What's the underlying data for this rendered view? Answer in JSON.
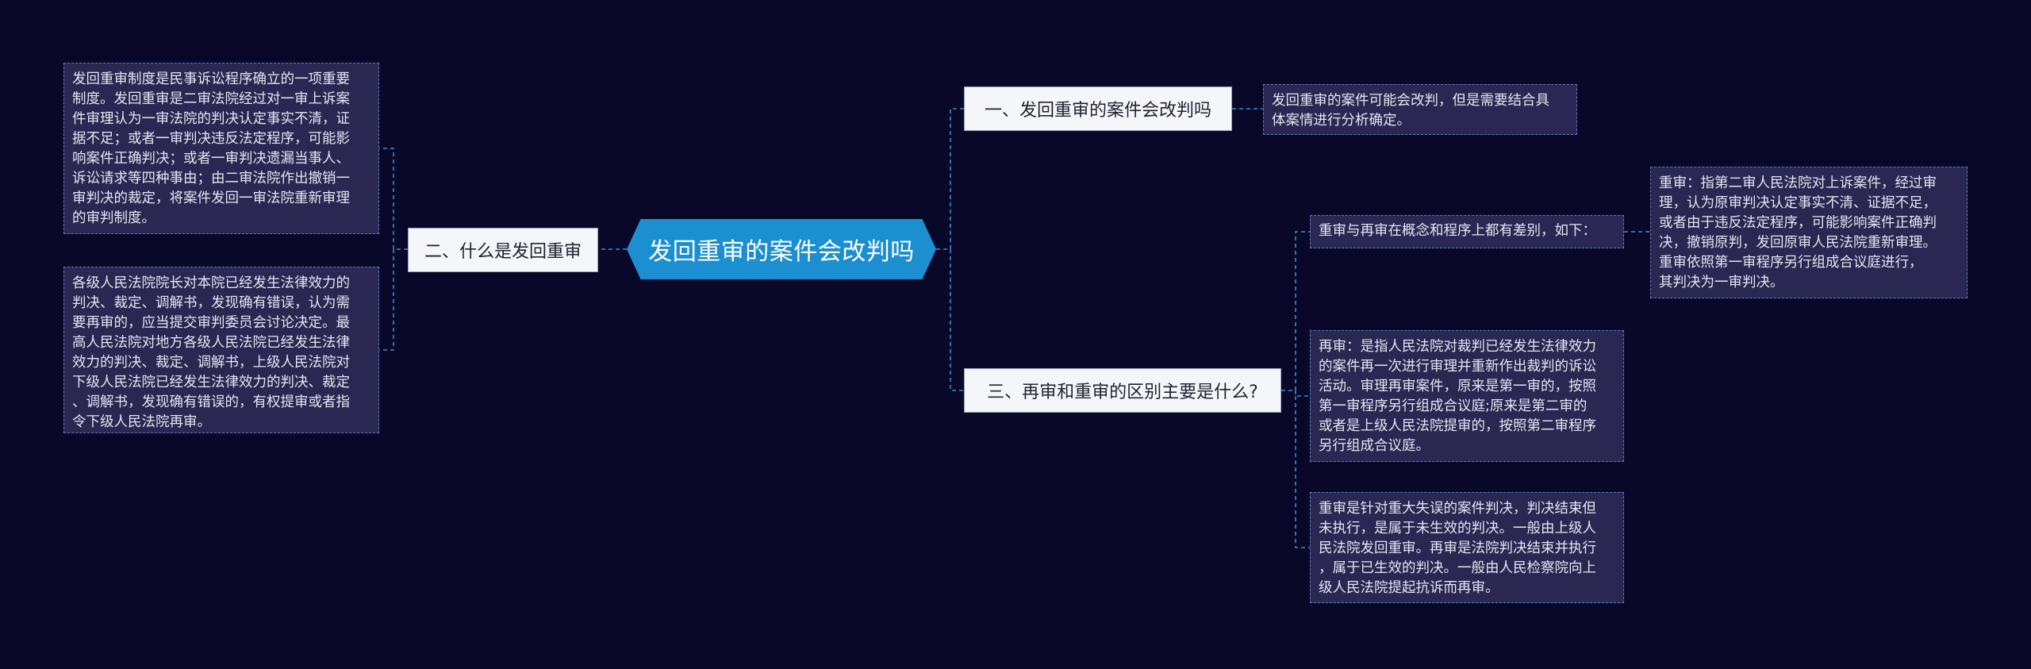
{
  "root": {
    "label": "发回重审的案件会改判吗"
  },
  "branches": [
    {
      "label": "一、发回重审的案件会改判吗",
      "leaves": [
        "发回重审的案件可能会改判，但是需要结合具\n体案情进行分析确定。"
      ]
    },
    {
      "label": "二、什么是发回重审",
      "leaves": [
        "发回重审制度是民事诉讼程序确立的一项重要\n制度。发回重审是二审法院经过对一审上诉案\n件审理认为一审法院的判决认定事实不清，证\n据不足；或者一审判决违反法定程序，可能影\n响案件正确判决；或者一审判决遗漏当事人、\n诉讼请求等四种事由；由二审法院作出撤销一\n审判决的裁定，将案件发回一审法院重新审理\n的审判制度。",
        "各级人民法院院长对本院已经发生法律效力的\n判决、裁定、调解书，发现确有错误，认为需\n要再审的，应当提交审判委员会讨论决定。最\n高人民法院对地方各级人民法院已经发生法律\n效力的判决、裁定、调解书，上级人民法院对\n下级人民法院已经发生法律效力的判决、裁定\n、调解书，发现确有错误的，有权提审或者指\n令下级人民法院再审。"
      ]
    },
    {
      "label": "三、再审和重审的区别主要是什么?",
      "leaves": [
        "重审与再审在概念和程序上都有差别，如下：",
        "再审：是指人民法院对裁判已经发生法律效力\n的案件再一次进行审理并重新作出裁判的诉讼\n活动。审理再审案件，原来是第一审的，按照\n第一审程序另行组成合议庭;原来是第二审的\n或者是上级人民法院提审的，按照第二审程序\n另行组成合议庭。",
        "重审是针对重大失误的案件判决，判决结束但\n未执行，是属于未生效的判决。一般由上级人\n民法院发回重审。再审是法院判决结束并执行\n，属于已生效的判决。一般由人民检察院向上\n级人民法院提起抗诉而再审。"
      ],
      "sub_leaf": "重审：指第二审人民法院对上诉案件，经过审\n理，认为原审判决认定事实不清、证据不足，\n或者由于违反法定程序，可能影响案件正确判\n决，撤销原判，发回原审人民法院重新审理。\n 重审依照第一审程序另行组成合议庭进行，\n其判决为一审判决。"
    }
  ],
  "colors": {
    "background": "#0a0828",
    "root_fill": "#1b8fd0",
    "connector": "#2f8fd1",
    "leaf_fill": "#2a2752",
    "leaf_border": "#5b78b4",
    "branch_fill": "#f4f6fa"
  }
}
